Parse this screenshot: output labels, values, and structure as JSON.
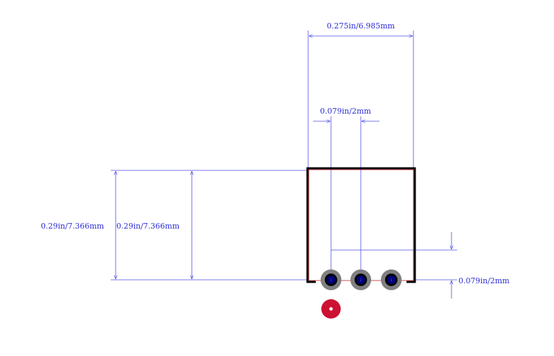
{
  "dimensions": {
    "width": "0.275in/6.985mm",
    "pitch_top": "0.079in/2mm",
    "height_outer": "0.29in/7.366mm",
    "height_inner": "0.29in/7.366mm",
    "pitch_right": "0.079in/2mm"
  },
  "pads": {
    "labels": [
      "1",
      "2",
      "3"
    ]
  },
  "colors": {
    "dimension": "#4a4ae6",
    "outline": "#000000",
    "pad_ring": "#808080",
    "pad_hole": "#000080",
    "marker": "#cc1133"
  }
}
